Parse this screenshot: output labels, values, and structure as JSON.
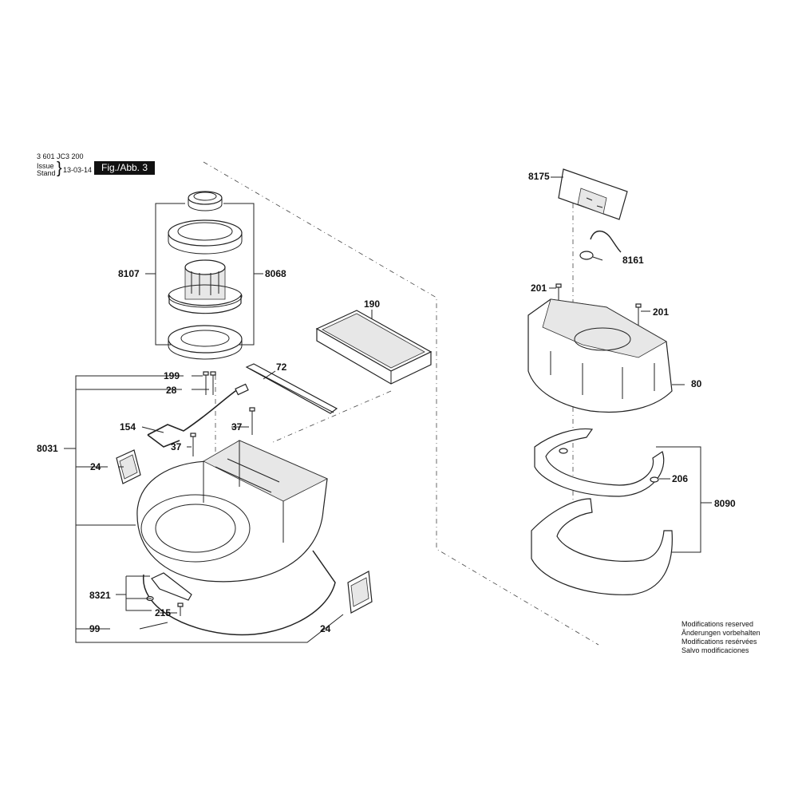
{
  "header": {
    "doc_number": "3 601 JC3 200",
    "issue_label": "Issue",
    "stand_label": "Stand",
    "issue_date": "13-03-14",
    "figure_label": "Fig./Abb. 3"
  },
  "callouts": {
    "c8175": "8175",
    "c8161": "8161",
    "c201a": "201",
    "c201b": "201",
    "c80": "80",
    "c206": "206",
    "c8090": "8090",
    "c190": "190",
    "c8107": "8107",
    "c8068": "8068",
    "c199": "199",
    "c28": "28",
    "c72": "72",
    "c154": "154",
    "c37a": "37",
    "c37b": "37",
    "c8031": "8031",
    "c24a": "24",
    "c8321": "8321",
    "c215": "215",
    "c99": "99",
    "c24b": "24"
  },
  "notes": [
    "Modifications reserved",
    "Änderungen vorbehalten",
    "Modifications resérvées",
    "Salvo modificaciones"
  ]
}
